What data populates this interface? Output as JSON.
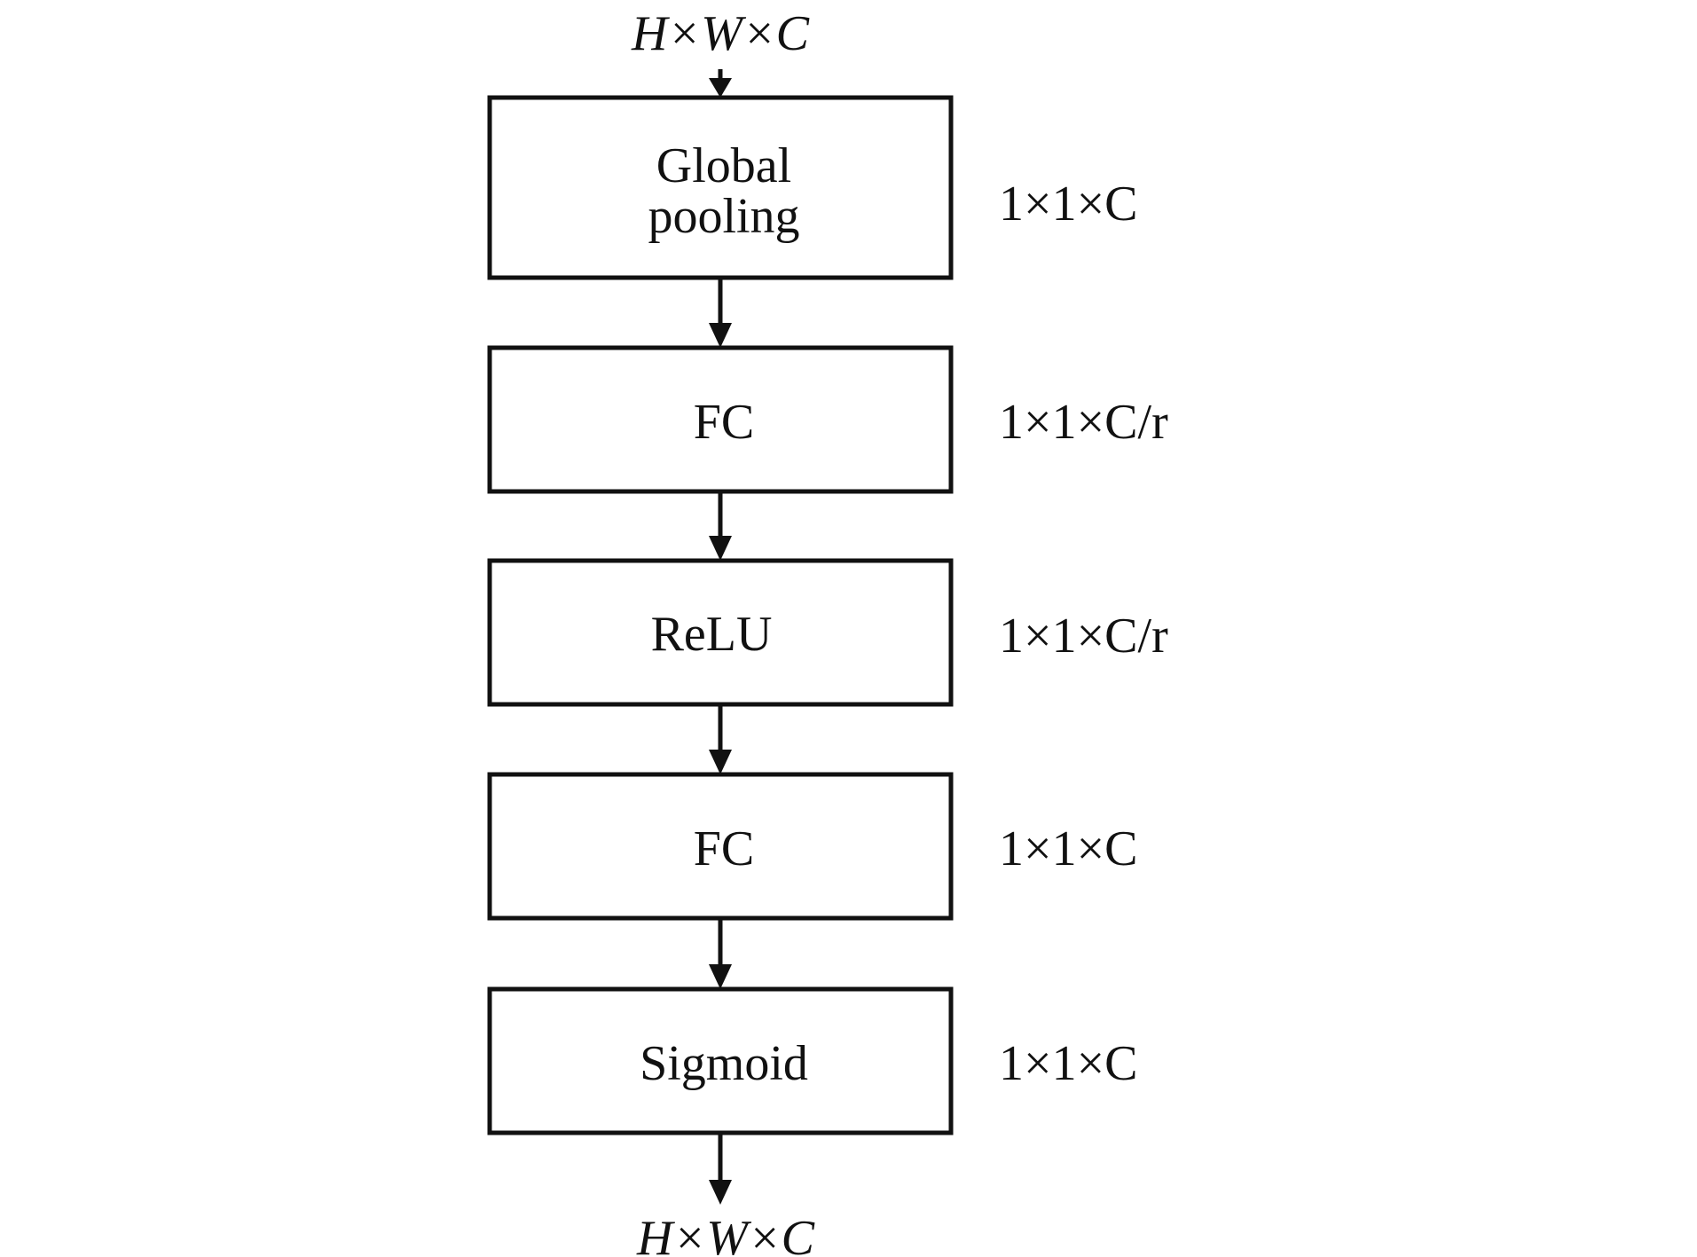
{
  "diagram": {
    "input_label": "H×W×C",
    "output_label": "H×W×C",
    "blocks": [
      {
        "lines": [
          "Global",
          "pooling"
        ],
        "dims": "1×1×C"
      },
      {
        "lines": [
          "FC"
        ],
        "dims": "1×1×C/r"
      },
      {
        "lines": [
          "ReLU"
        ],
        "dims": "1×1×C/r"
      },
      {
        "lines": [
          "FC"
        ],
        "dims": "1×1×C"
      },
      {
        "lines": [
          "Sigmoid"
        ],
        "dims": "1×1×C"
      }
    ]
  }
}
